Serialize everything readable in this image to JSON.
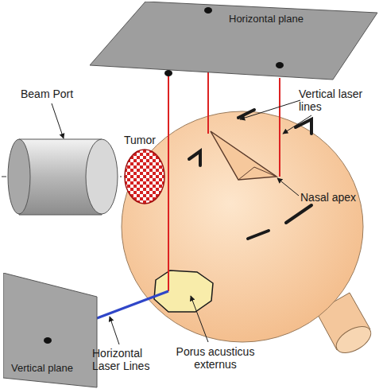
{
  "diagram": {
    "nodes": [
      {
        "text": [
          "Horizontal plane"
        ]
      },
      {
        "text": [
          "Vertical plane"
        ]
      }
    ],
    "labels": [
      "Vertical laser lines",
      "Beam Port",
      "Tumor",
      "Nasal apex",
      "Horizontal Laser Lines",
      "Porus acusticus externus"
    ]
  }
}
